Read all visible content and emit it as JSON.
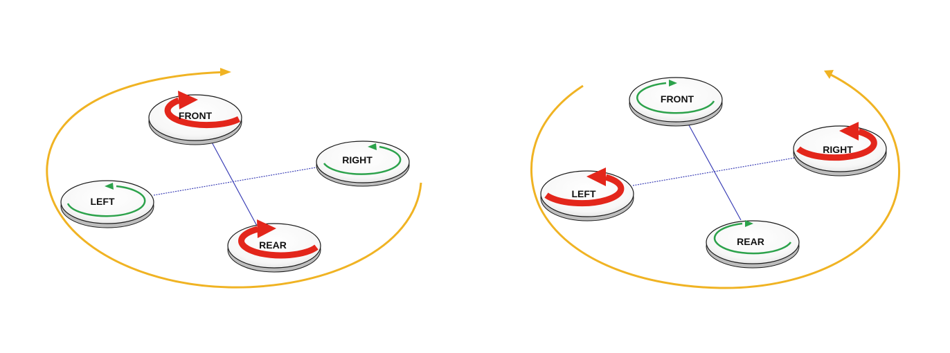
{
  "colors": {
    "yaw_arrow": "#f0b323",
    "fast_arrow": "#e3261b",
    "slow_arrow": "#2ca24b",
    "arm_line": "#3b3fb6",
    "disc_stroke": "#1a1a1a"
  },
  "diagrams": [
    {
      "yaw_direction": "clockwise",
      "rotors": {
        "front": {
          "label": "FRONT",
          "speed": "fast",
          "arrow_icon": "clockwise-arrow-icon"
        },
        "right": {
          "label": "RIGHT",
          "speed": "slow",
          "arrow_icon": "counterclockwise-arrow-icon"
        },
        "left": {
          "label": "LEFT",
          "speed": "slow",
          "arrow_icon": "counterclockwise-arrow-icon"
        },
        "rear": {
          "label": "REAR",
          "speed": "fast",
          "arrow_icon": "clockwise-arrow-icon"
        }
      }
    },
    {
      "yaw_direction": "counterclockwise",
      "rotors": {
        "front": {
          "label": "FRONT",
          "speed": "slow",
          "arrow_icon": "clockwise-arrow-icon"
        },
        "right": {
          "label": "RIGHT",
          "speed": "fast",
          "arrow_icon": "counterclockwise-arrow-icon"
        },
        "left": {
          "label": "LEFT",
          "speed": "fast",
          "arrow_icon": "counterclockwise-arrow-icon"
        },
        "rear": {
          "label": "REAR",
          "speed": "slow",
          "arrow_icon": "clockwise-arrow-icon"
        }
      }
    }
  ]
}
